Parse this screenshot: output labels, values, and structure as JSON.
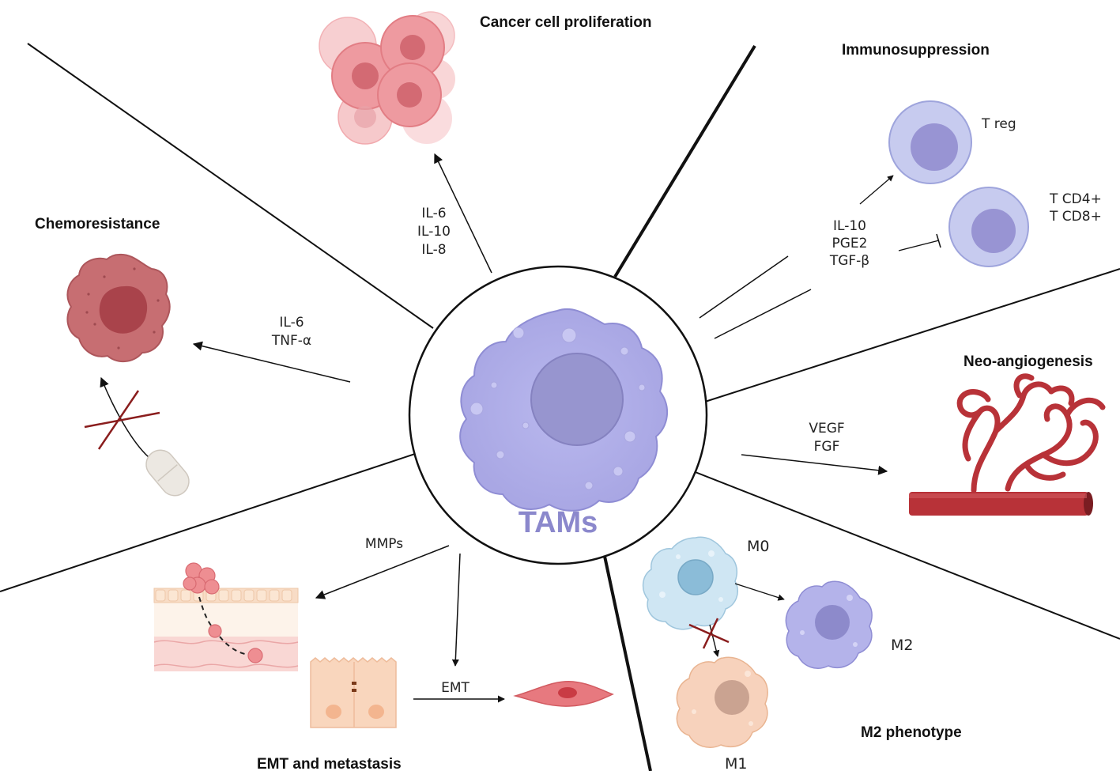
{
  "center": {
    "label": "TAMs",
    "label_color": "#8b88cc"
  },
  "sections": {
    "proliferation": {
      "title": "Cancer cell proliferation",
      "mediators": [
        "IL-6",
        "IL-10",
        "IL-8"
      ]
    },
    "immunosuppression": {
      "title": "Immunosuppression",
      "mediators": [
        "IL-10",
        "PGE2",
        "TGF-β"
      ],
      "treg_label": "T reg",
      "tcell_labels": [
        "T CD4+",
        "T CD8+"
      ]
    },
    "chemoresistance": {
      "title": "Chemoresistance",
      "mediators": [
        "IL-6",
        "TNF-α"
      ]
    },
    "angiogenesis": {
      "title": "Neo-angiogenesis",
      "mediators": [
        "VEGF",
        "FGF"
      ]
    },
    "emt": {
      "title": "EMT and metastasis",
      "mmps_label": "MMPs",
      "emt_label": "EMT"
    },
    "m2": {
      "title": "M2 phenotype",
      "m0_label": "M0",
      "m1_label": "M1",
      "m2_label": "M2"
    }
  },
  "colors": {
    "macrophage": "#b4b3ea",
    "cancer_cell": "#f0a6aa",
    "vessel": "#b83238",
    "inhibit_cross": "#8a1d1d",
    "treg": "#c7cbef",
    "m0": "#cfe6f3",
    "m1": "#f7d2bc"
  }
}
